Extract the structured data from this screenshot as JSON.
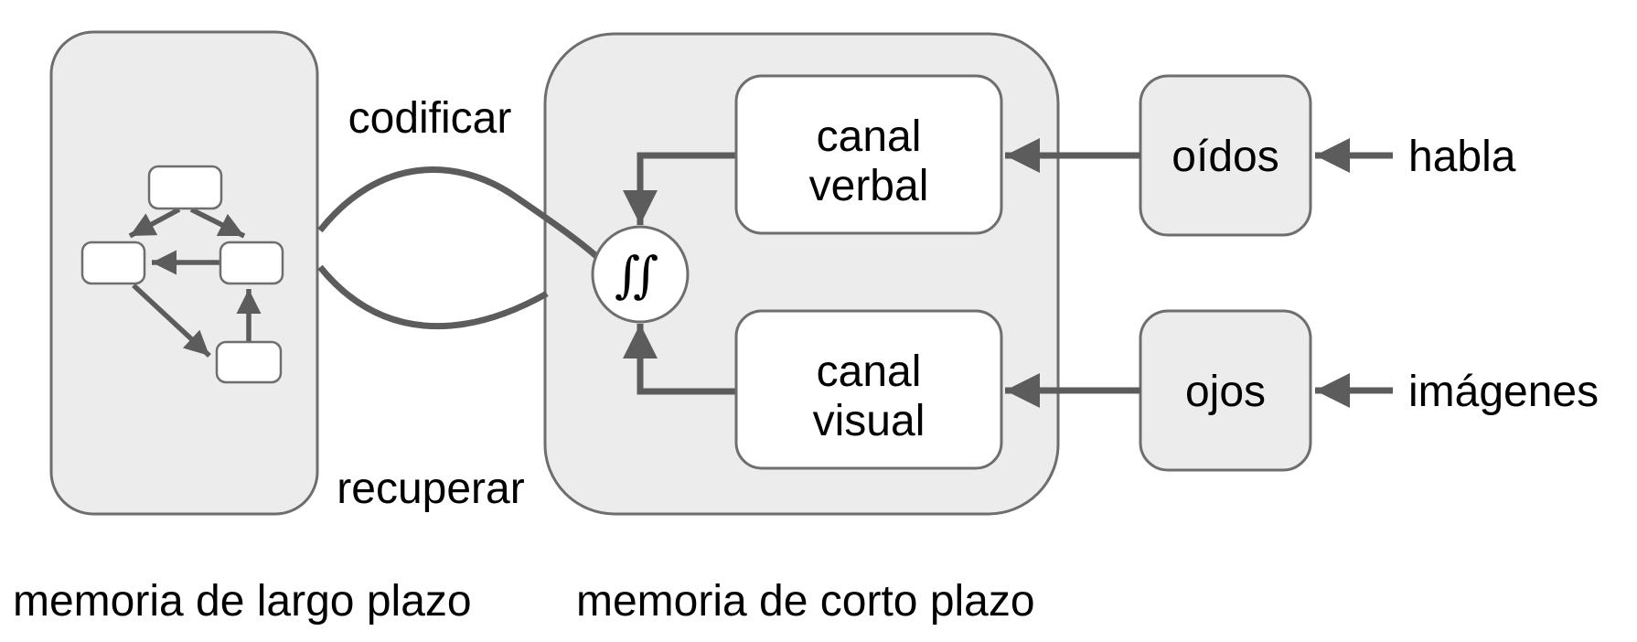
{
  "diagram": {
    "colors": {
      "background": "#ffffff",
      "container_fill": "#ececec",
      "node_fill": "#ffffff",
      "border": "#6e6e6e",
      "arrow": "#5c5c5c",
      "text": "#000000"
    },
    "processes": {
      "encode": "codificar",
      "retrieve": "recuperar"
    },
    "long_term_memory": {
      "caption": "memoria de largo plazo"
    },
    "short_term_memory": {
      "caption": "memoria de corto plazo",
      "integrator_symbol": "∫∫",
      "verbal_channel": {
        "line1": "canal",
        "line2": "verbal"
      },
      "visual_channel": {
        "line1": "canal",
        "line2": "visual"
      }
    },
    "senses": {
      "ears": "oídos",
      "eyes": "ojos"
    },
    "inputs": {
      "speech": "habla",
      "images": "imágenes"
    }
  }
}
